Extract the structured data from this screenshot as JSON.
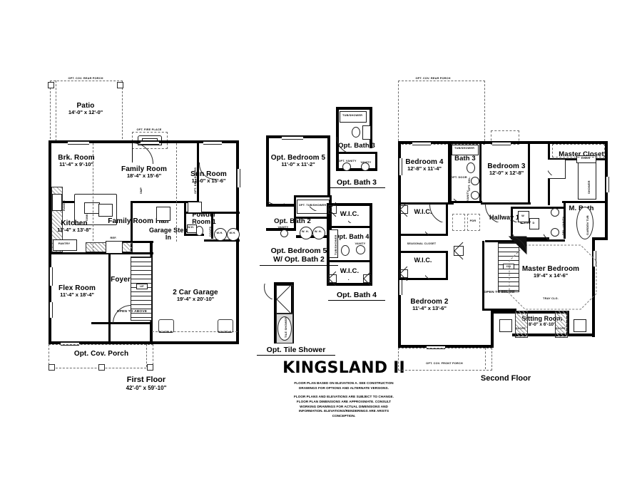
{
  "sheet": {
    "title": "KINGSLAND II",
    "disclaimer_1": "FLOOR PLAN BASED ON ELEVATION A. SEE CONSTRUCTION DRAWINGS FOR OPTIONS AND ALTERNATE VERSIONS.",
    "disclaimer_2": "FLOOR PLANS AND ELEVATIONS ARE SUBJECT TO CHANGE. FLOOR PLAN DIMENSIONS ARE APPROXIMATE. CONSULT WORKING DRAWINGS FOR ACTUAL DIMENSIONS AND INFORMATION. ELEVATIONS/RENDERINGS ARE ARISTS CONCEPTION.",
    "background": "#ffffff",
    "ink": "#000000"
  },
  "first_floor": {
    "label": "First Floor",
    "dimensions": "42'-0\" x 59'-10\"",
    "rooms": [
      {
        "name": "Patio",
        "dim": "14'-0\" x 12'-0\""
      },
      {
        "name": "Brk. Room",
        "dim": "11'-4\" x 9'-10\""
      },
      {
        "name": "Family Room",
        "dim": "18'-4\" x 15'-6\""
      },
      {
        "name": "Sun Room",
        "dim": "11'-0\" x 15'-6\""
      },
      {
        "name": "Kitchen",
        "dim": "11'-4\" x 13'-8\""
      },
      {
        "name": "Family Room Hall",
        "dim": ""
      },
      {
        "name": "Garage Step In",
        "dim": ""
      },
      {
        "name": "Powder Room 1",
        "dim": ""
      },
      {
        "name": "Flex Room",
        "dim": "11'-4\" x 18'-4\""
      },
      {
        "name": "Foyer",
        "dim": ""
      },
      {
        "name": "2 Car Garage",
        "dim": "19'-4\" x 20'-10\""
      },
      {
        "name": "Opt. Cov. Porch",
        "dim": ""
      }
    ],
    "notes": [
      "OPT. COV. REAR PORCH",
      "OPT. FIRE PLACE",
      "OPT. DBL. DOORS",
      "RANGE",
      "SINK",
      "PANTRY",
      "REF.",
      "OPT. SHL.",
      "COATS",
      "W.H.",
      "W.H.",
      "SMP",
      "UP",
      "OPEN TO ABOVE",
      "SCUTTLE",
      "SCUTTLE"
    ]
  },
  "options": [
    {
      "id": "opt-bedroom-5",
      "room_name": "Opt. Bedroom 5",
      "room_dim": "11'-0\" x 11'-2\"",
      "bath_name": "Opt. Bath 2",
      "caption_line1": "Opt. Bedroom 5",
      "caption_line2": "W/ Opt. Bath 2",
      "notes": [
        "OPT. TUB/SHOWER",
        "VANITY",
        "W. H.",
        "W. H."
      ]
    },
    {
      "id": "opt-bath-3",
      "room_name": "Opt. Bath 3",
      "caption_line1": "Opt. Bath 3",
      "notes": [
        "TUB/SHOWER",
        "OPT. VANITY",
        "VANITY"
      ]
    },
    {
      "id": "opt-bath-4",
      "room_name": "Opt. Bath 4",
      "caption_line1": "Opt. Bath 4",
      "closet_top": "W.I.C.",
      "closet_bottom": "W.I.C.",
      "notes": [
        "TUB/SHOWER",
        "VANITY"
      ]
    },
    {
      "id": "opt-tile-shower",
      "caption_line1": "Opt. Tile Shower",
      "notes": [
        "TILE SHOWER"
      ]
    }
  ],
  "second_floor": {
    "label": "Second Floor",
    "rooms": [
      {
        "name": "Bedroom 4",
        "dim": "12'-8\" x 11'-4\""
      },
      {
        "name": "Bath 3",
        "dim": ""
      },
      {
        "name": "Bedroom 3",
        "dim": "12'-0\" x 12'-8\""
      },
      {
        "name": "Master Closet",
        "dim": ""
      },
      {
        "name": "W.I.C.",
        "dim": ""
      },
      {
        "name": "Hallway 1",
        "dim": ""
      },
      {
        "name": "Lndy.",
        "dim": ""
      },
      {
        "name": "M. Bath",
        "dim": ""
      },
      {
        "name": "W.I.C.",
        "dim": ""
      },
      {
        "name": "Bedroom 2",
        "dim": "11'-4\" x 13'-6\""
      },
      {
        "name": "Master Bedroom",
        "dim": "19'-4\" x 14'-6\""
      },
      {
        "name": "Sitting Room",
        "dim": "8'-0\" x 6'-10\""
      }
    ],
    "notes": [
      "OPT. COV. REAR PORCH",
      "TUB/SHOWER",
      "OPT. DOOR",
      "OPT. SHL.",
      "VANITY",
      "SEASONAL CLOSET",
      "PDR",
      "W",
      "D",
      "DBL. VANITY",
      "SHOWER",
      "GARDEN TUB",
      "LINEN",
      "DN",
      "OPEN TO BELOW",
      "TRAY CLG.",
      "SLOPE",
      "SLOPE",
      "OPT. COV. FRONT PORCH"
    ]
  }
}
